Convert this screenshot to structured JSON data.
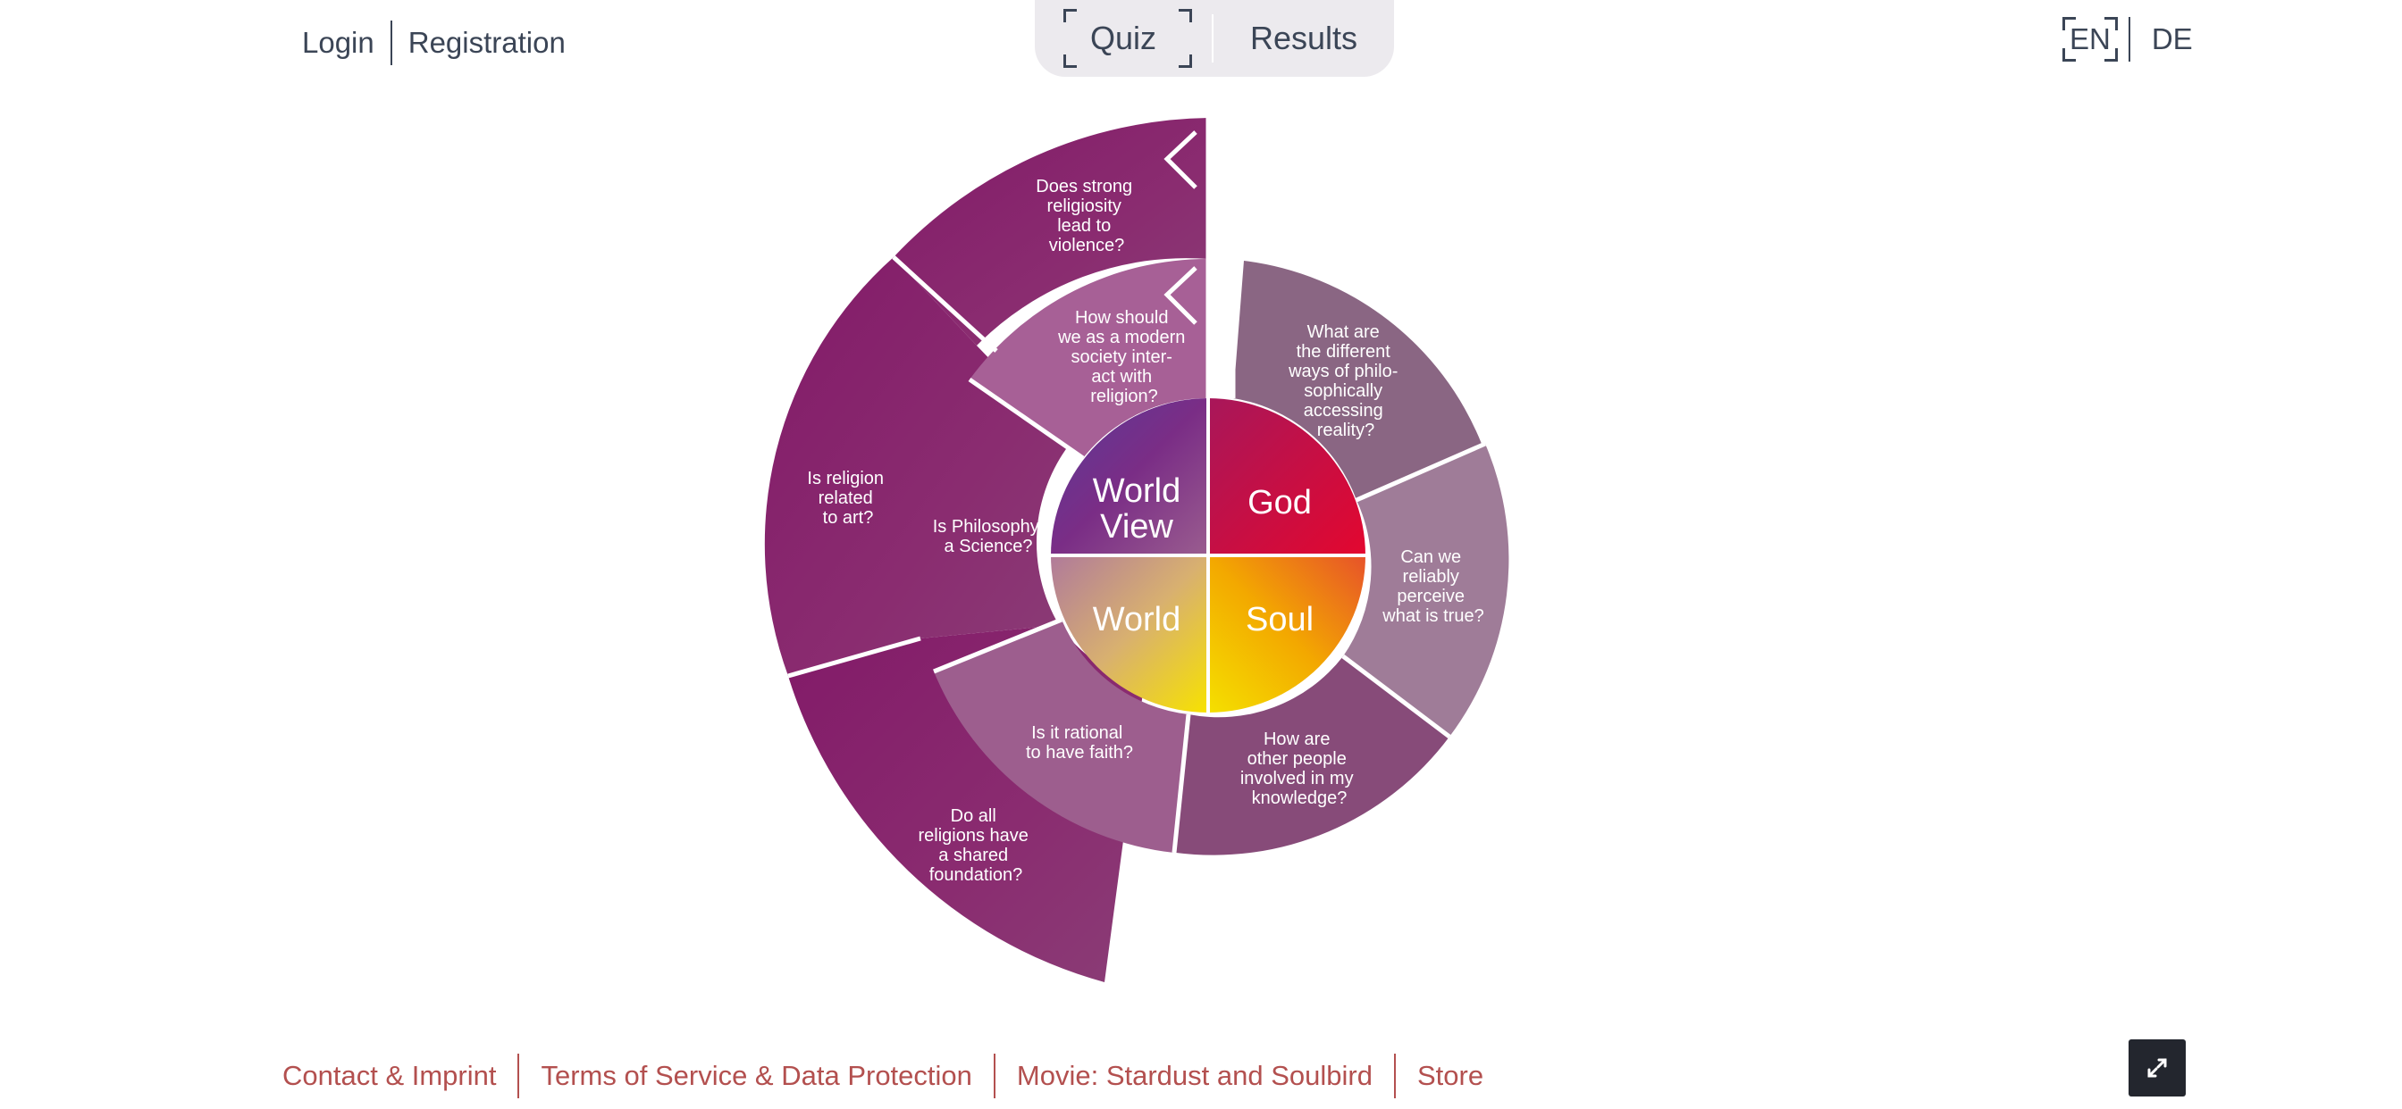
{
  "auth": {
    "login": "Login",
    "registration": "Registration"
  },
  "tabs": {
    "quiz": "Quiz",
    "results": "Results"
  },
  "lang": {
    "en": "EN",
    "de": "DE"
  },
  "wheel": {
    "center": {
      "world_view": [
        "World",
        "View"
      ],
      "god": "God",
      "world": "World",
      "soul": "Soul"
    },
    "questions": {
      "violence": [
        "Does strong",
        "religiosity",
        "lead to",
        "violence?"
      ],
      "society": [
        "How should",
        "we as a modern",
        "society inter-",
        "act with",
        "religion?"
      ],
      "art": [
        "Is religion",
        "related",
        "to art?"
      ],
      "philosophy": [
        "Is Philosophy",
        "a Science?"
      ],
      "foundation": [
        "Do all",
        "religions have",
        "a shared",
        "foundation?"
      ],
      "faith": [
        "Is it rational",
        "to have faith?"
      ],
      "ways": [
        "What are",
        "the different",
        "ways of philo-",
        "sophically",
        "accessing",
        "reality?"
      ],
      "perceive": [
        "Can we",
        "reliably",
        "perceive",
        "what is true?"
      ],
      "people": [
        "How are",
        "other people",
        "involved in my",
        "knowledge?"
      ]
    }
  },
  "footer": {
    "contact": "Contact & Imprint",
    "terms": "Terms of Service & Data Protection",
    "movie": "Movie: Stardust and Soulbird",
    "store": "Store"
  },
  "icons": {
    "fullscreen": "expand-arrows-icon",
    "back": "chevron-left-icon"
  },
  "colors": {
    "outer_purple": "#86246a",
    "society_pink": "#a76096",
    "ways_mauve": "#8a6683",
    "perceive_mauve": "#9f7c98",
    "people_plum": "#874b79",
    "faith_pink": "#9d5e8e",
    "footer_link": "#b3504f",
    "nav_text": "#3b4556"
  }
}
